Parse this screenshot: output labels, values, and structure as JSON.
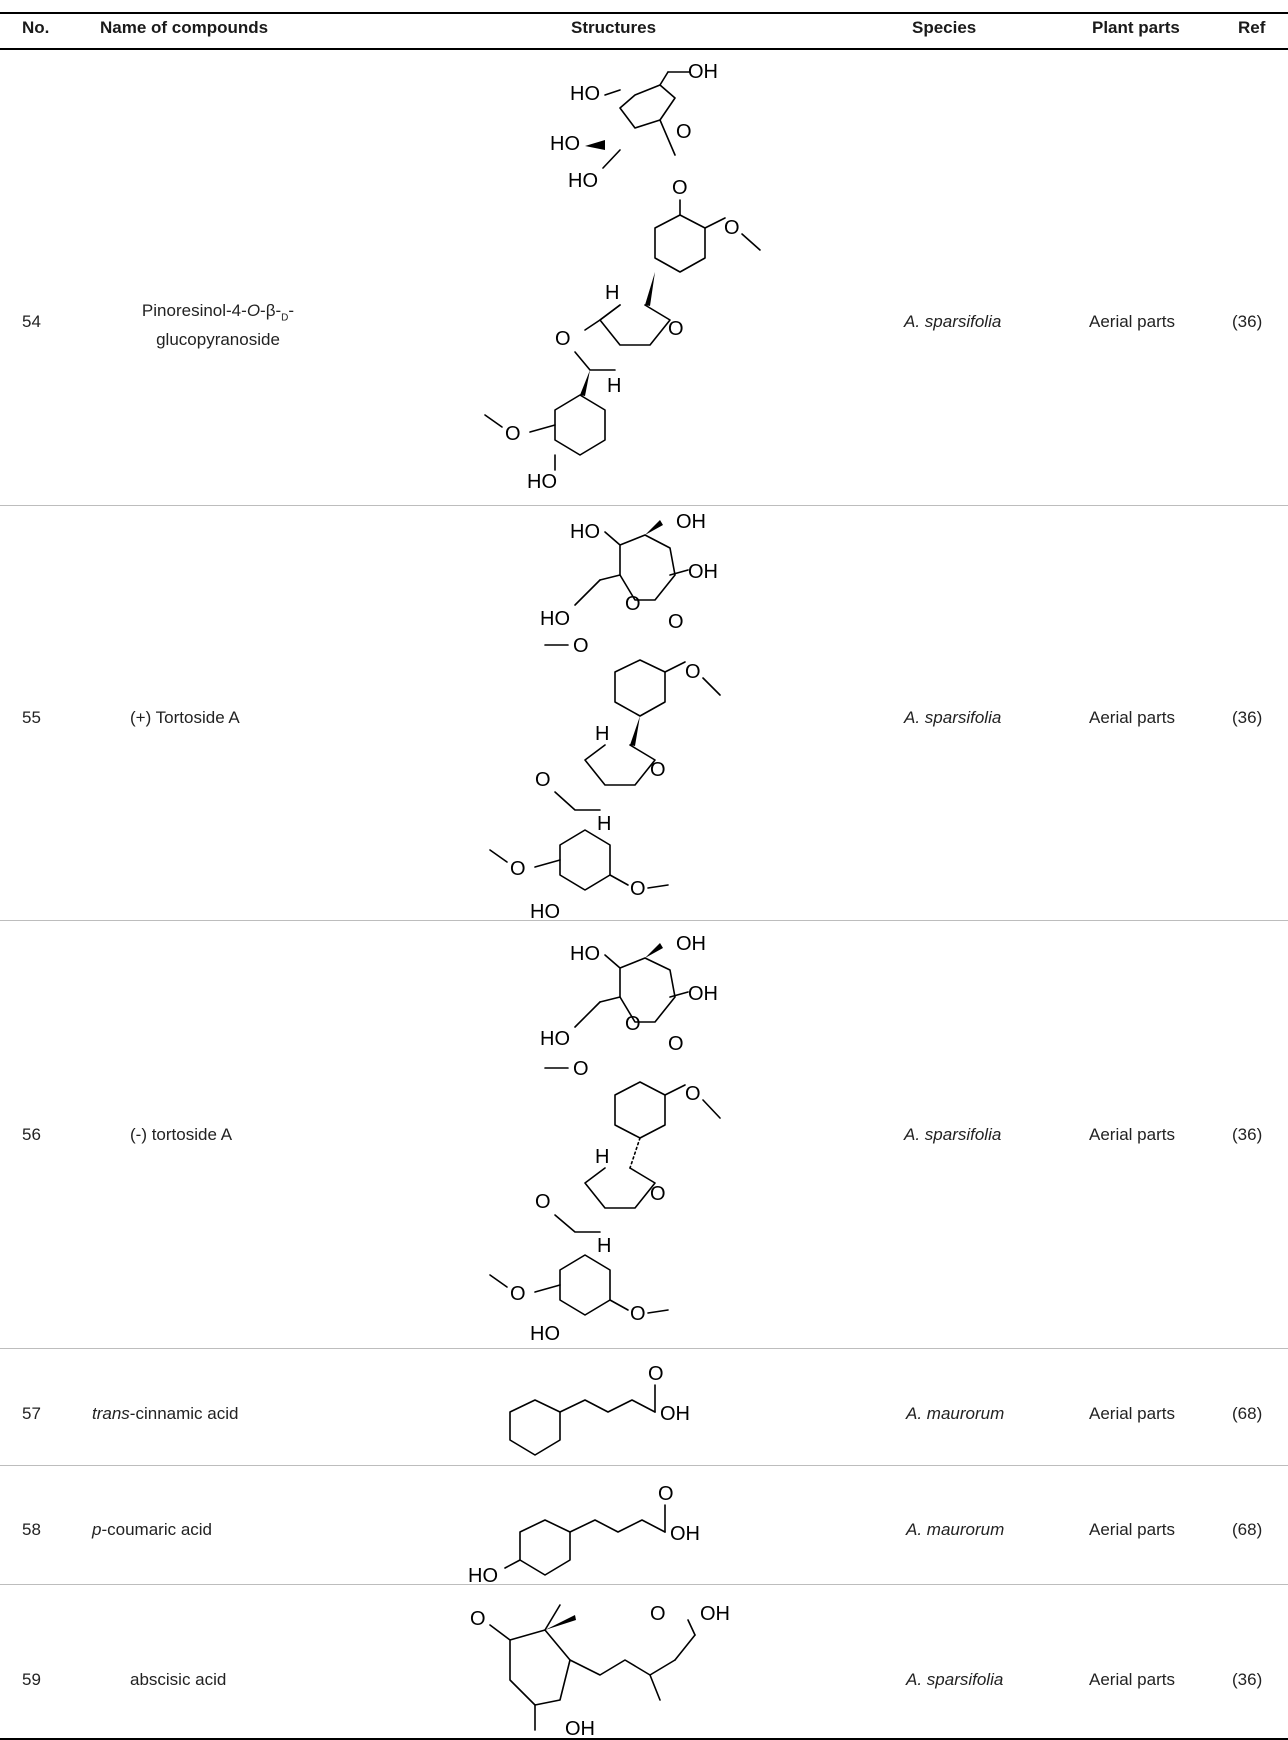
{
  "header": {
    "no": "No.",
    "name": "Name of compounds",
    "structures": "Structures",
    "species": "Species",
    "plant_parts": "Plant parts",
    "ref": "Ref"
  },
  "rows": [
    {
      "no": "54",
      "name_line1": "Pinoresinol-4-O-β-D-",
      "name_line2": "glucopyranoside",
      "species": "A. sparsifolia",
      "plant_parts": "Aerial parts",
      "ref": "(36)"
    },
    {
      "no": "55",
      "name": "(+) Tortoside A",
      "species": "A. sparsifolia",
      "plant_parts": "Aerial parts",
      "ref": "(36)"
    },
    {
      "no": "56",
      "name": "(-) tortoside A",
      "species": "A. sparsifolia",
      "plant_parts": "Aerial parts",
      "ref": "(36)"
    },
    {
      "no": "57",
      "name_italic": "trans",
      "name_rest": "-cinnamic acid",
      "species": "A. maurorum",
      "plant_parts": "Aerial parts",
      "ref": "(68)"
    },
    {
      "no": "58",
      "name_italic": "p",
      "name_rest": "-coumaric acid",
      "species": "A. maurorum",
      "plant_parts": "Aerial parts",
      "ref": "(68)"
    },
    {
      "no": "59",
      "name": "abscisic acid",
      "species": "A. sparsifolia",
      "plant_parts": "Aerial parts",
      "ref": "(36)"
    }
  ],
  "atoms": {
    "oh": "OH",
    "ho": "HO",
    "o": "O",
    "h": "H"
  }
}
